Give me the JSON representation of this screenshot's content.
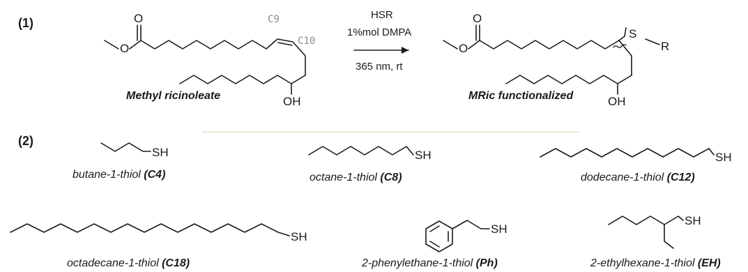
{
  "scheme_1": {
    "label": "(1)",
    "reactant": {
      "name": "Methyl ricinoleate",
      "carbonyl_o": "O",
      "ester_o": "O",
      "hydroxyl": "OH",
      "c9": "C9",
      "c10": "C10"
    },
    "conditions": {
      "reagent": "HSR",
      "catalyst": "1%mol DMPA",
      "light": "365 nm, rt"
    },
    "product": {
      "name": "MRic functionalized",
      "carbonyl_o": "O",
      "ester_o": "O",
      "sulfur": "S",
      "r_group": "R",
      "hydroxyl": "OH"
    }
  },
  "scheme_2": {
    "label": "(2)",
    "thiols": [
      {
        "name": "butane-1-thiol",
        "code": "(C4)",
        "sh": "SH"
      },
      {
        "name": "octane-1-thiol",
        "code": "(C8)",
        "sh": "SH"
      },
      {
        "name": "dodecane-1-thiol",
        "code": "(C12)",
        "sh": "SH"
      },
      {
        "name": "octadecane-1-thiol",
        "code": "(C18)",
        "sh": "SH"
      },
      {
        "name": "2-phenylethane-1-thiol",
        "code": "(Ph)",
        "sh": "SH"
      },
      {
        "name": "2-ethylhexane-1-thiol",
        "code": "(EH)",
        "sh": "SH"
      }
    ]
  },
  "colors": {
    "ink": "#1a1a1a",
    "muted_label": "#8a8a8a",
    "divider": "#ddd9b8"
  }
}
